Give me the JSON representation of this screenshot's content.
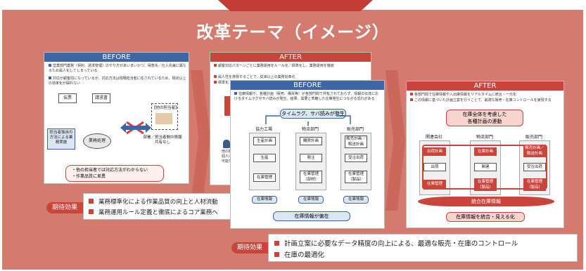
{
  "title": "改革テーマ（イメージ）",
  "before_left": {
    "header": "BEFORE",
    "bullets": [
      "営業部門業務（契約、請求管理）のやり方があいまいかつ、得意先／仕入先毎に異なるため属人化してしまっている",
      "対応が顧客別になっているが、対応方法は現場担当者に任されているため、現状以上の効率化が図れない"
    ],
    "doc1": "伝票",
    "doc2": "請求書",
    "staff_note": "担当者独自の方法による業務実施",
    "process": "業務処理",
    "other_person": "【他の担当者】",
    "no_share": "部署／担当者間の情報共有なし",
    "issues": [
      "・他の担当者では対応方法がわからない",
      "・作業品質に差異"
    ]
  },
  "after_left": {
    "header": "AFTER",
    "bullets": [
      "顧客対応パターンごとに業務運用をルール化／標準化し、業務運用を徹底",
      "属人性を排除することで、従来以上の業務効率化",
      "標準化"
    ],
    "fragment1": "他の拠点",
    "fragment2": "個人に依",
    "fragment3": "可能な業"
  },
  "effect1": {
    "label": "期待効果",
    "items": [
      "業務標準化による作業品質の向上と人材流動",
      "業務運用ルール定義と徹底によるコア業務へ"
    ]
  },
  "before_mid": {
    "header": "BEFORE",
    "bullets": [
      "在庫情報や、各種計画（販売、構買等）が各部門間で共有されておらず、情報の伝達におけるタイムラグやサバ読みが発生。結果、需要と乖離した在庫発生につながる恐れがある"
    ],
    "banner": "タイムラグ、サバ読みが発生",
    "columns": [
      {
        "name": "協力工場",
        "items": [
          "生産計画",
          "生産",
          "在庫管理"
        ],
        "info": "在庫情報"
      },
      {
        "name": "物流部門",
        "items": [
          "購買計画",
          "発注",
          "在庫管理（部材）"
        ],
        "info": "在庫情報"
      },
      {
        "name": "販売部門",
        "items": [
          "販売計画／販送計画",
          "受注出荷",
          "在庫管理（製品）"
        ],
        "info": "在庫情報"
      }
    ],
    "footer": "在庫情報が偏在"
  },
  "after_right": {
    "header": "AFTER",
    "bullets": [
      "各部門間で在庫情報や入出庫情報をリアルタイムに統合・一元化",
      "この情報に基づいた計画立案を行うことで、最適な販売・在庫コントロールを実現する"
    ],
    "banner_line1": "在庫全体を考慮した",
    "banner_line2": "各種計画の連動",
    "columns": [
      {
        "name": "関連会社",
        "items": [
          "出荷計画",
          "出荷",
          "在庫管理"
        ]
      },
      {
        "name": "物流部門",
        "items": [
          "在庫計画",
          "関連",
          "在庫管理（製品）"
        ]
      },
      {
        "name": "販売部門",
        "items": [
          "販売計画／販送計画",
          "受注出荷",
          "在庫管理（製品）"
        ]
      }
    ],
    "integrated": "統合在庫情報",
    "footer": "在庫情報を統合・見える化"
  },
  "effect2": {
    "label": "期待効果",
    "items": [
      "計画立案に必要なデータ精度の向上による、最適な販売・在庫のコントロール",
      "在庫の最適化"
    ]
  },
  "colors": {
    "background": "#d47b6f",
    "red": "#c8453c",
    "blue": "#3b66a8"
  }
}
